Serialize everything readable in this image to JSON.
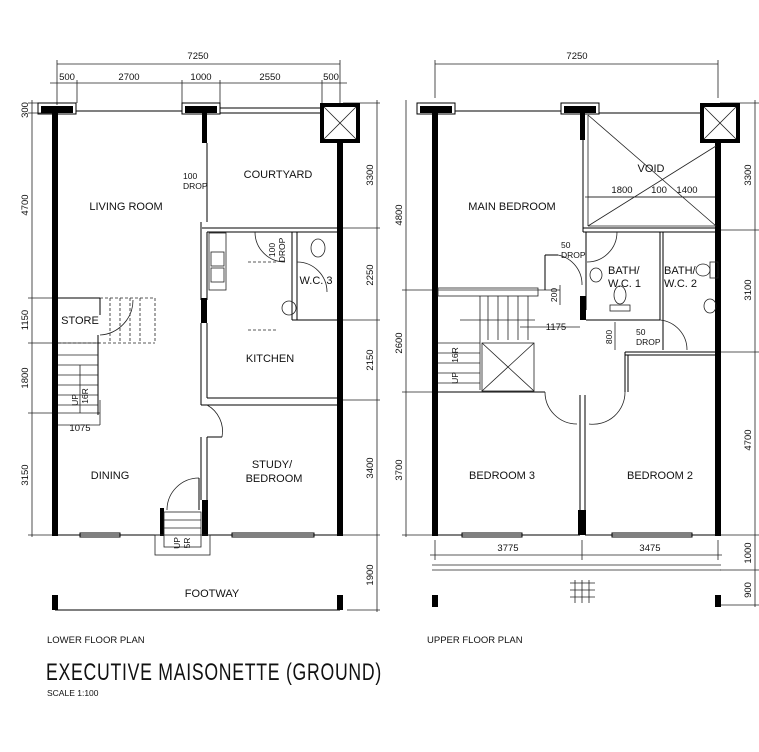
{
  "lower_plan": {
    "caption": "LOWER FLOOR PLAN",
    "rooms": {
      "living": "LIVING ROOM",
      "courtyard": "COURTYARD",
      "store": "STORE",
      "kitchen": "KITCHEN",
      "wc3": "W.C. 3",
      "dining": "DINING",
      "study_1": "STUDY/",
      "study_2": "BEDROOM",
      "footway": "FOOTWAY"
    },
    "notes": {
      "drop1_val": "100",
      "drop1_lbl": "DROP",
      "drop2_val": "100",
      "drop2_lbl": "DROP",
      "stair_up": "UP",
      "stair_risers": "16R",
      "entry_up": "UP",
      "entry_risers": "5R"
    },
    "dims_top": {
      "overall": "7250",
      "segments": [
        "500",
        "2700",
        "1000",
        "2550",
        "500"
      ]
    },
    "dims_left": [
      "300",
      "4700",
      "1150",
      "1800",
      "3150"
    ],
    "dims_right": [
      "3300",
      "2250",
      "2150",
      "3400",
      "1900"
    ],
    "dim_stair": "1075"
  },
  "upper_plan": {
    "caption": "UPPER FLOOR PLAN",
    "rooms": {
      "main_bedroom": "MAIN BEDROOM",
      "void": "VOID",
      "bath1_1": "BATH/",
      "bath1_2": "W.C. 1",
      "bath2_1": "BATH/",
      "bath2_2": "W.C. 2",
      "bedroom3": "BEDROOM 3",
      "bedroom2": "BEDROOM 2"
    },
    "notes": {
      "drop1_val": "50",
      "drop1_lbl": "DROP",
      "drop2_val": "50",
      "drop2_lbl": "DROP",
      "stair_up": "UP",
      "stair_risers": "16R"
    },
    "dims_top": {
      "overall": "7250"
    },
    "dims_void": [
      "1800",
      "100",
      "1400"
    ],
    "dims_left": [
      "4800",
      "2600",
      "3700"
    ],
    "dims_right": [
      "3300",
      "3100",
      "4700",
      "1000",
      "900"
    ],
    "dims_bottom": [
      "3775",
      "3475"
    ],
    "dim_200": "200",
    "dim_1175": "1175",
    "dim_800": "800"
  },
  "title": "EXECUTIVE MAISONETTE (GROUND)",
  "scale": "SCALE 1:100"
}
